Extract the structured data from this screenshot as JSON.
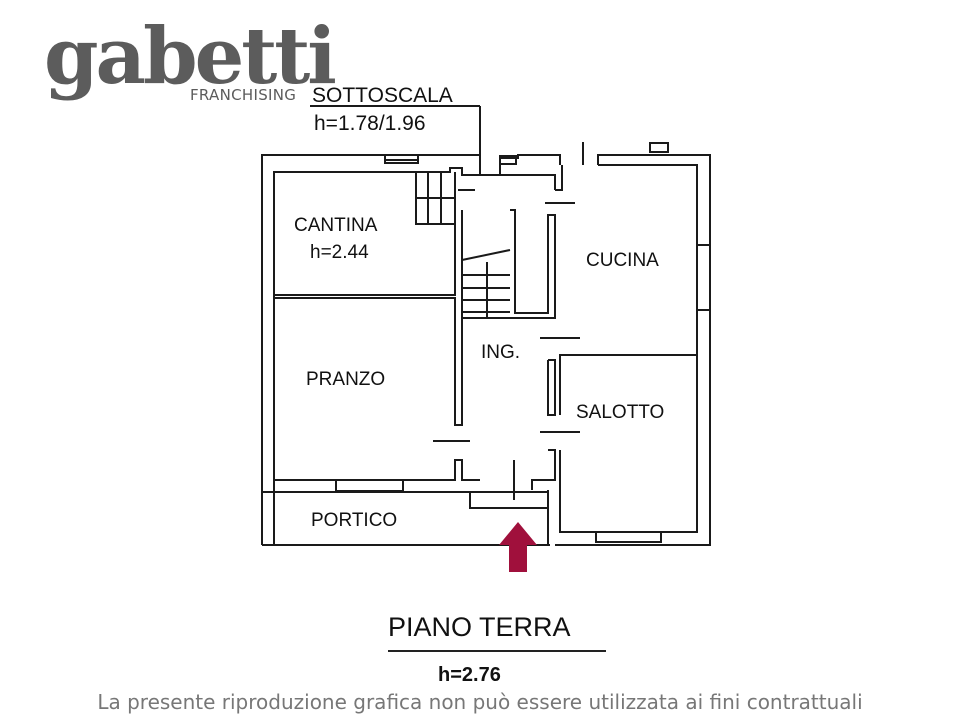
{
  "logo": {
    "wordmark": "gabetti",
    "subtitle": "FRANCHISING",
    "color": "#5c5c5c"
  },
  "floorplan": {
    "rooms": [
      {
        "name": "SOTTOSCALA",
        "height": "h=1.78/1.96"
      },
      {
        "name": "CANTINA",
        "height": "h=2.44"
      },
      {
        "name": "CUCINA"
      },
      {
        "name": "ING."
      },
      {
        "name": "PRANZO"
      },
      {
        "name": "SALOTTO"
      },
      {
        "name": "PORTICO"
      }
    ],
    "entrance_arrow_color": "#a0103c",
    "floor_title": "PIANO TERRA",
    "floor_height": "h=2.76"
  },
  "disclaimer": "La presente riproduzione grafica non può essere utilizzata ai fini contrattuali"
}
